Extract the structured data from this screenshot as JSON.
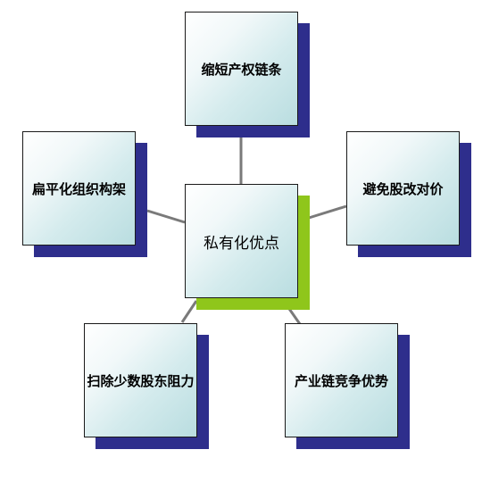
{
  "diagram": {
    "center": {
      "label": "私有化优点"
    },
    "nodes": [
      {
        "id": "top",
        "label": "缩短产权链条"
      },
      {
        "id": "left",
        "label": "扁平化组织构架"
      },
      {
        "id": "right",
        "label": "避免股改对价"
      },
      {
        "id": "bottom-left",
        "label": "扫除少数股东阻力"
      },
      {
        "id": "bottom-right",
        "label": "产业链竞争优势"
      }
    ]
  },
  "colors": {
    "satellite_shadow": "#2e2e8c",
    "center_shadow": "#8fc61b",
    "connector": "#7a7a7a",
    "border": "#1a1a1a"
  }
}
